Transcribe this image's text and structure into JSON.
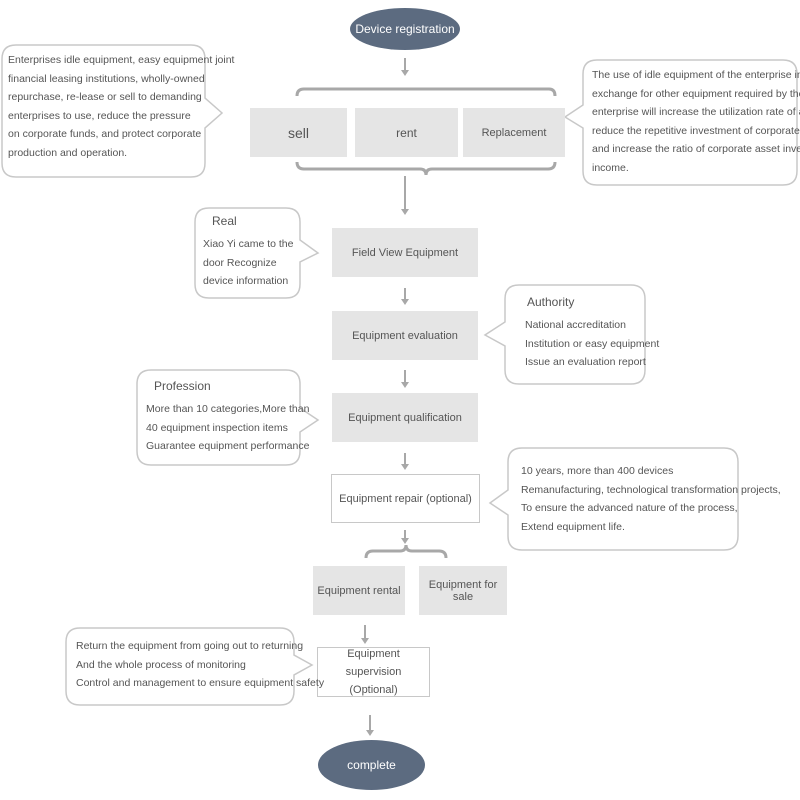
{
  "start": "Device registration",
  "end": "complete",
  "options": {
    "sell": "sell",
    "rent": "rent",
    "replacement": "Replacement"
  },
  "left_note": [
    "Enterprises idle equipment, easy equipment joint",
    "financial leasing institutions, wholly-owned",
    "repurchase, re-lease or sell to demanding",
    "enterprises to use, reduce the pressure",
    "on corporate funds, and protect corporate",
    " production and operation."
  ],
  "right_note": [
    "The use of idle equipment of the enterprise in",
    "exchange for other equipment required by the",
    "enterprise will increase the utilization rate of assets,",
    "reduce the repetitive investment of corporate assets,",
    "and increase the ratio of corporate asset investment",
    "income."
  ],
  "steps": {
    "field_view": "Field View Equipment",
    "evaluation": "Equipment evaluation",
    "qualification": "Equipment qualification",
    "repair": "Equipment repair (optional)",
    "rental": "Equipment  rental",
    "sale": "Equipment for sale",
    "supervision_1": "Equipment supervision",
    "supervision_2": "(Optional)"
  },
  "real_note": {
    "title": "Real",
    "lines": [
      "Xiao Yi came to the",
      "door  Recognize",
      "device information"
    ]
  },
  "authority_note": {
    "title": "Authority",
    "lines": [
      "National accreditation",
      "Institution or easy equipment",
      "Issue an evaluation report"
    ]
  },
  "profession_note": {
    "title": "Profession",
    "lines": [
      "More than 10 categories,More than",
      "40  equipment inspection items",
      "Guarantee equipment performance"
    ]
  },
  "repair_note": [
    "10 years, more than 400 devices",
    "Remanufacturing, technological transformation projects,",
    "To ensure the advanced nature of the process,",
    "Extend equipment life."
  ],
  "supervision_note": [
    "Return the equipment from going out to returning",
    "And the whole process of monitoring",
    "Control and management to ensure equipment safety"
  ],
  "colors": {
    "ellipse": "#5c6b80",
    "box": "#e5e5e5",
    "line": "#a8a8a8"
  }
}
